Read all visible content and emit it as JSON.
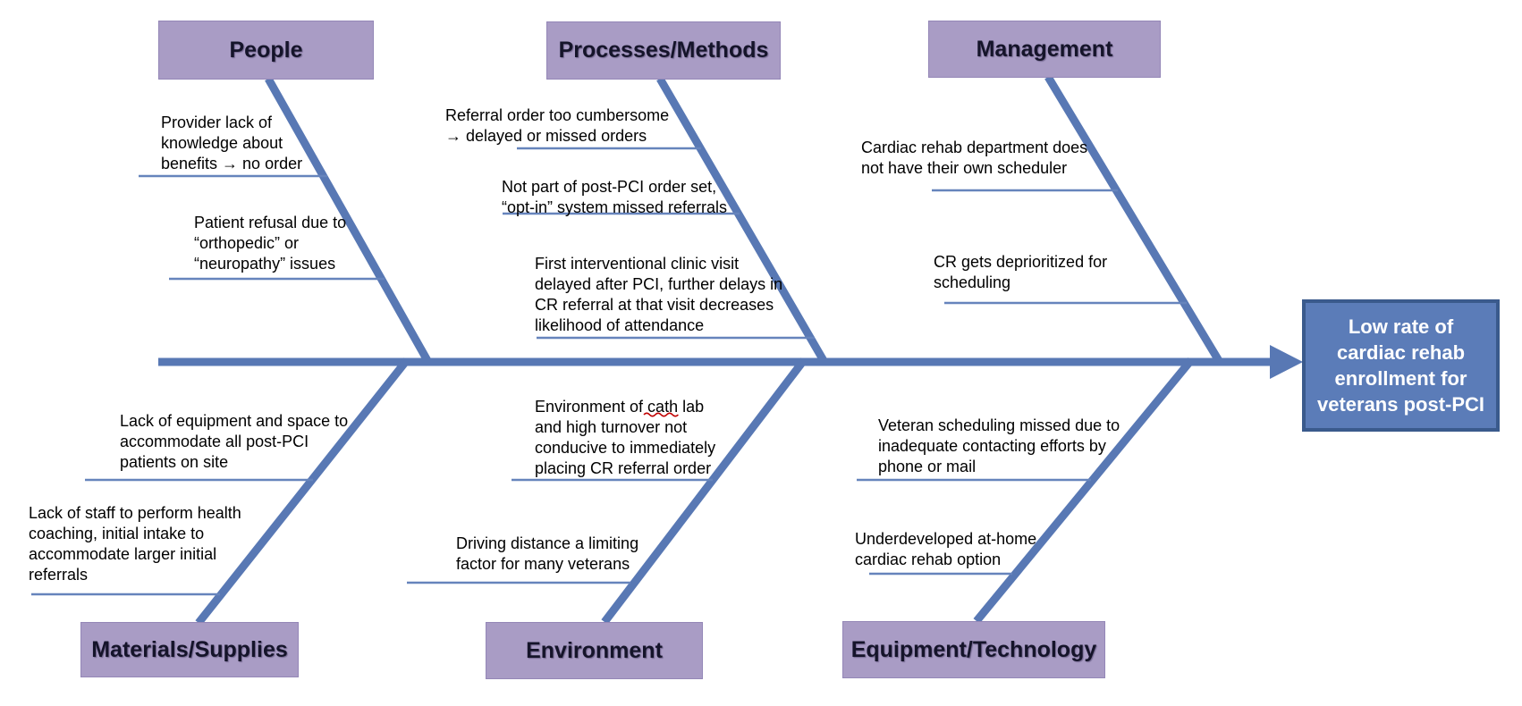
{
  "fishbone": {
    "effect_label": "Low rate of\ncardiac rehab\nenrollment for\nveterans post-PCI",
    "categories": [
      {
        "label": "People",
        "position": "top",
        "causes": [
          "Provider lack of\nknowledge about\nbenefits → no order",
          "Patient refusal due to\n“orthopedic” or\n“neuropathy” issues"
        ]
      },
      {
        "label": "Processes/Methods",
        "position": "top",
        "causes": [
          "Referral order too cumbersome\n→ delayed or missed orders",
          "Not part of post-PCI order set,\n“opt-in” system missed referrals",
          "First interventional clinic visit\ndelayed after PCI, further delays in\nCR referral at that visit decreases\nlikelihood of attendance"
        ]
      },
      {
        "label": "Management",
        "position": "top",
        "causes": [
          "Cardiac rehab department does\nnot have their own scheduler",
          "CR gets deprioritized for\nscheduling"
        ]
      },
      {
        "label": "Materials/Supplies",
        "position": "bottom",
        "causes": [
          "Lack of equipment and space to\naccommodate all post-PCI\npatients on site",
          "Lack of staff to perform health\ncoaching, initial intake to\naccommodate larger initial\nreferrals"
        ]
      },
      {
        "label": "Environment",
        "position": "bottom",
        "causes": [
          "Environment of cath lab\nand high turnover not\nconducive to immediately\nplacing CR referral order",
          "Driving distance a limiting\nfactor for many veterans"
        ]
      },
      {
        "label": "Equipment/Technology",
        "position": "bottom",
        "causes": [
          "Veteran scheduling missed due to\ninadequate contacting efforts by\nphone or mail",
          "Underdeveloped at-home\ncardiac rehab option"
        ]
      }
    ],
    "spellcheck": {
      "marked_word": "cath"
    }
  },
  "colors": {
    "bone": "#5878B4",
    "underline": "#6684BC",
    "category_fill": "#A99CC5",
    "effect_fill": "#5B7CB8",
    "effect_border": "#3A5A8C",
    "spellcheck_red": "#C00000"
  }
}
